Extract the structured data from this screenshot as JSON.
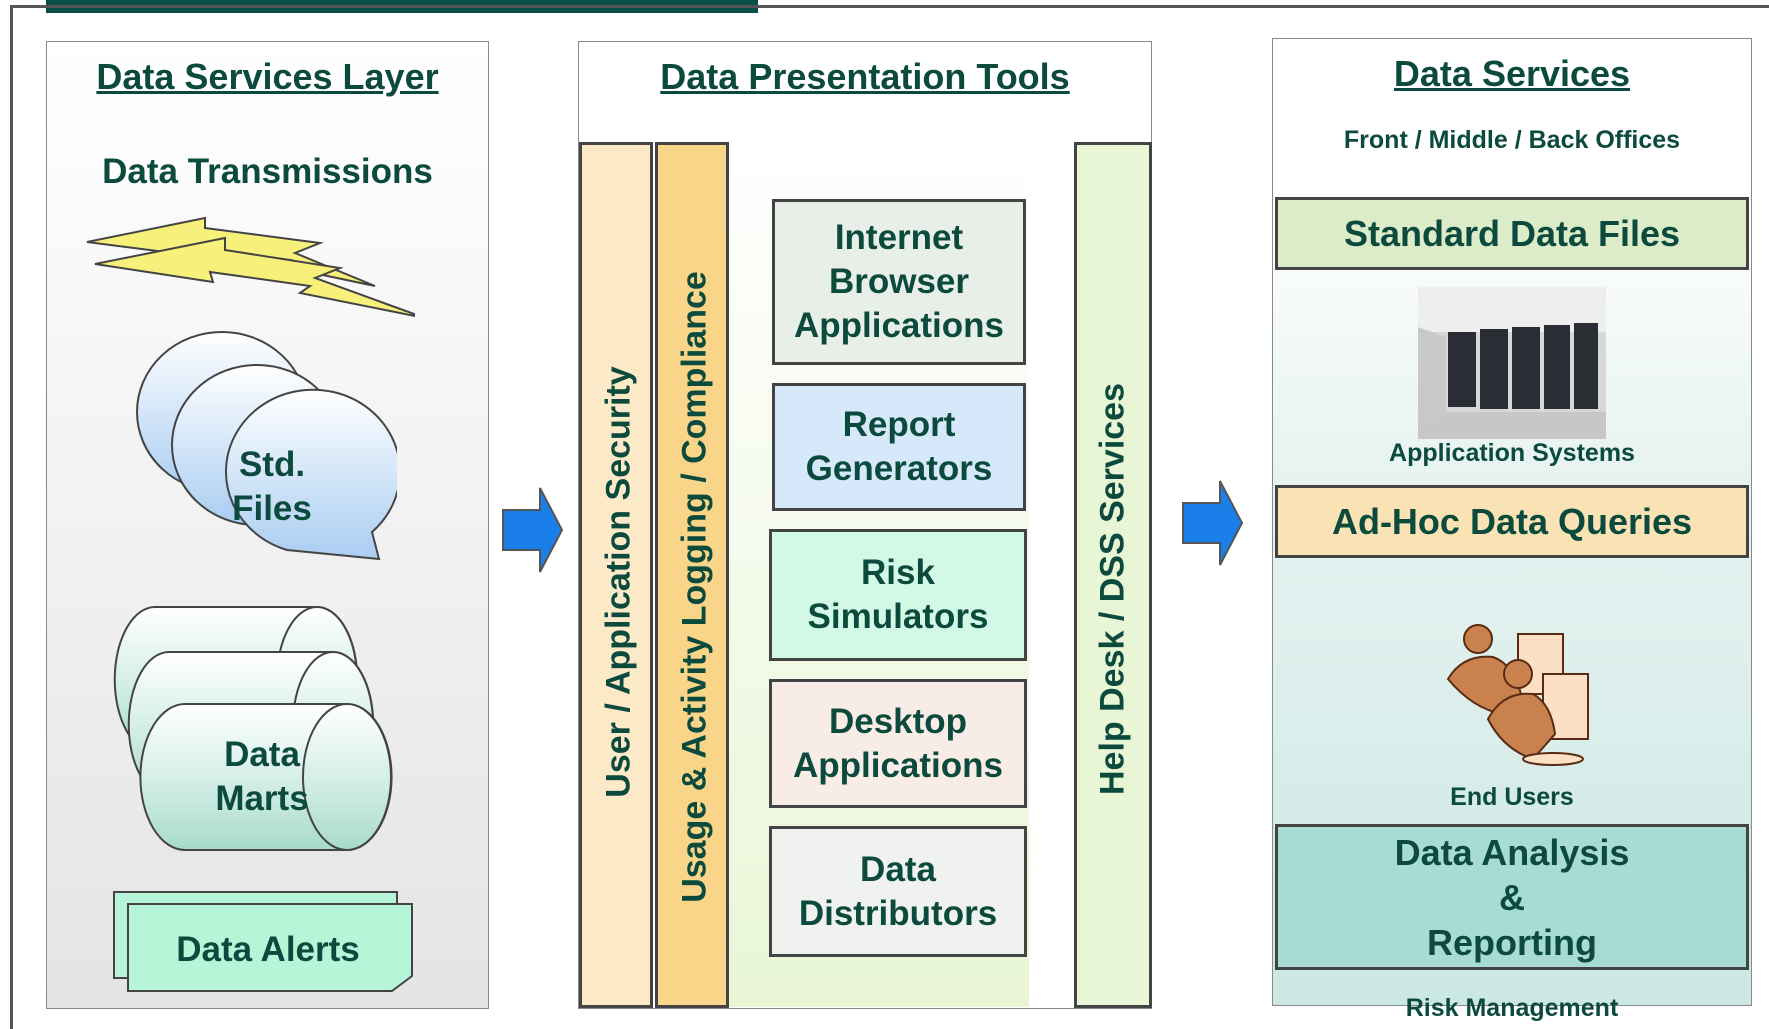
{
  "left": {
    "heading": "Data Services Layer",
    "transmissions": "Data Transmissions",
    "std_files": [
      "Std.",
      "Files"
    ],
    "data_marts": [
      "Data",
      "Marts"
    ],
    "data_alerts": "Data Alerts"
  },
  "middle": {
    "heading": "Data Presentation Tools",
    "security": "User / Application Security",
    "logging": "Usage & Activity Logging / Compliance",
    "helpdesk": "Help Desk / DSS Services",
    "tools": [
      {
        "lines": [
          "Internet",
          "Browser",
          "Applications"
        ],
        "color": "#e8efe8"
      },
      {
        "lines": [
          "Report",
          "Generators"
        ],
        "color": "#d6e9fb"
      },
      {
        "lines": [
          "Risk",
          "Simulators"
        ],
        "color": "#d2f8e6"
      },
      {
        "lines": [
          "Desktop",
          "Applications"
        ],
        "color": "#f8ece6"
      },
      {
        "lines": [
          "Data",
          "Distributors"
        ],
        "color": "#f0f2f0"
      }
    ]
  },
  "right": {
    "heading": "Data Services",
    "subheading": "Front / Middle / Back Offices",
    "standard_files": "Standard Data Files",
    "app_systems": "Application Systems",
    "adhoc": "Ad-Hoc Data Queries",
    "end_users": "End Users",
    "analysis": [
      "Data Analysis",
      "&",
      "Reporting"
    ],
    "risk": "Risk Management"
  },
  "colors": {
    "heading_text": "#0b4a3c",
    "arrow": "#1a7fe8",
    "security_bar": "#fbe9c8",
    "logging_bar": "#f9d589",
    "standard_files_band": "#dcecc9",
    "adhoc_band": "#f9e3b5",
    "analysis_band": "#a9dbd5"
  }
}
